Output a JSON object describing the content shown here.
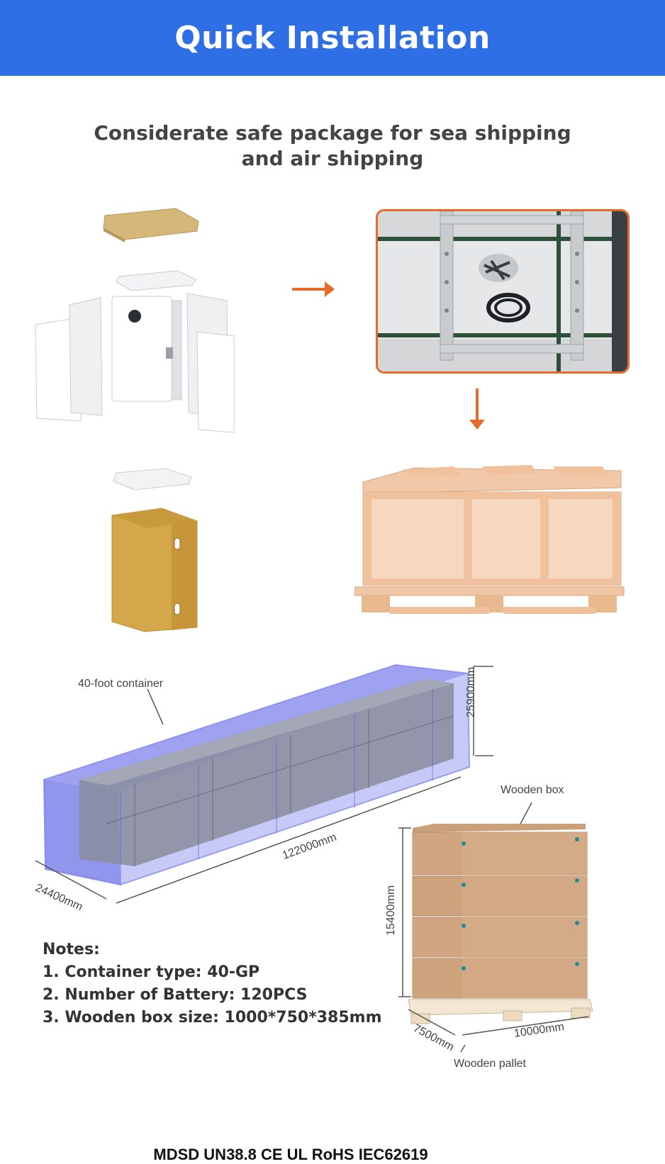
{
  "banner": {
    "title": "Quick Installation",
    "color": "#2e6fe6"
  },
  "subtitle": {
    "line1": "Considerate safe package for sea shipping",
    "line2": "and air shipping"
  },
  "accent_color": "#e66a2c",
  "container_diagram": {
    "label": "40-foot container",
    "height_dim": "25900mm",
    "length_dim": "122000mm",
    "width_dim": "24400mm"
  },
  "wooden_box_diagram": {
    "box_label": "Wooden box",
    "height_dim": "15400mm",
    "depth_dim": "7500mm",
    "width_dim": "10000mm",
    "pallet_label": "Wooden pallet"
  },
  "notes": {
    "heading": "Notes:",
    "items": [
      "1. Container type: 40-GP",
      "2. Number of Battery: 120PCS",
      "3. Wooden box size: 1000*750*385mm"
    ]
  },
  "footer": {
    "certifications": "MDSD UN38.8 CE UL RoHS IEC62619"
  }
}
